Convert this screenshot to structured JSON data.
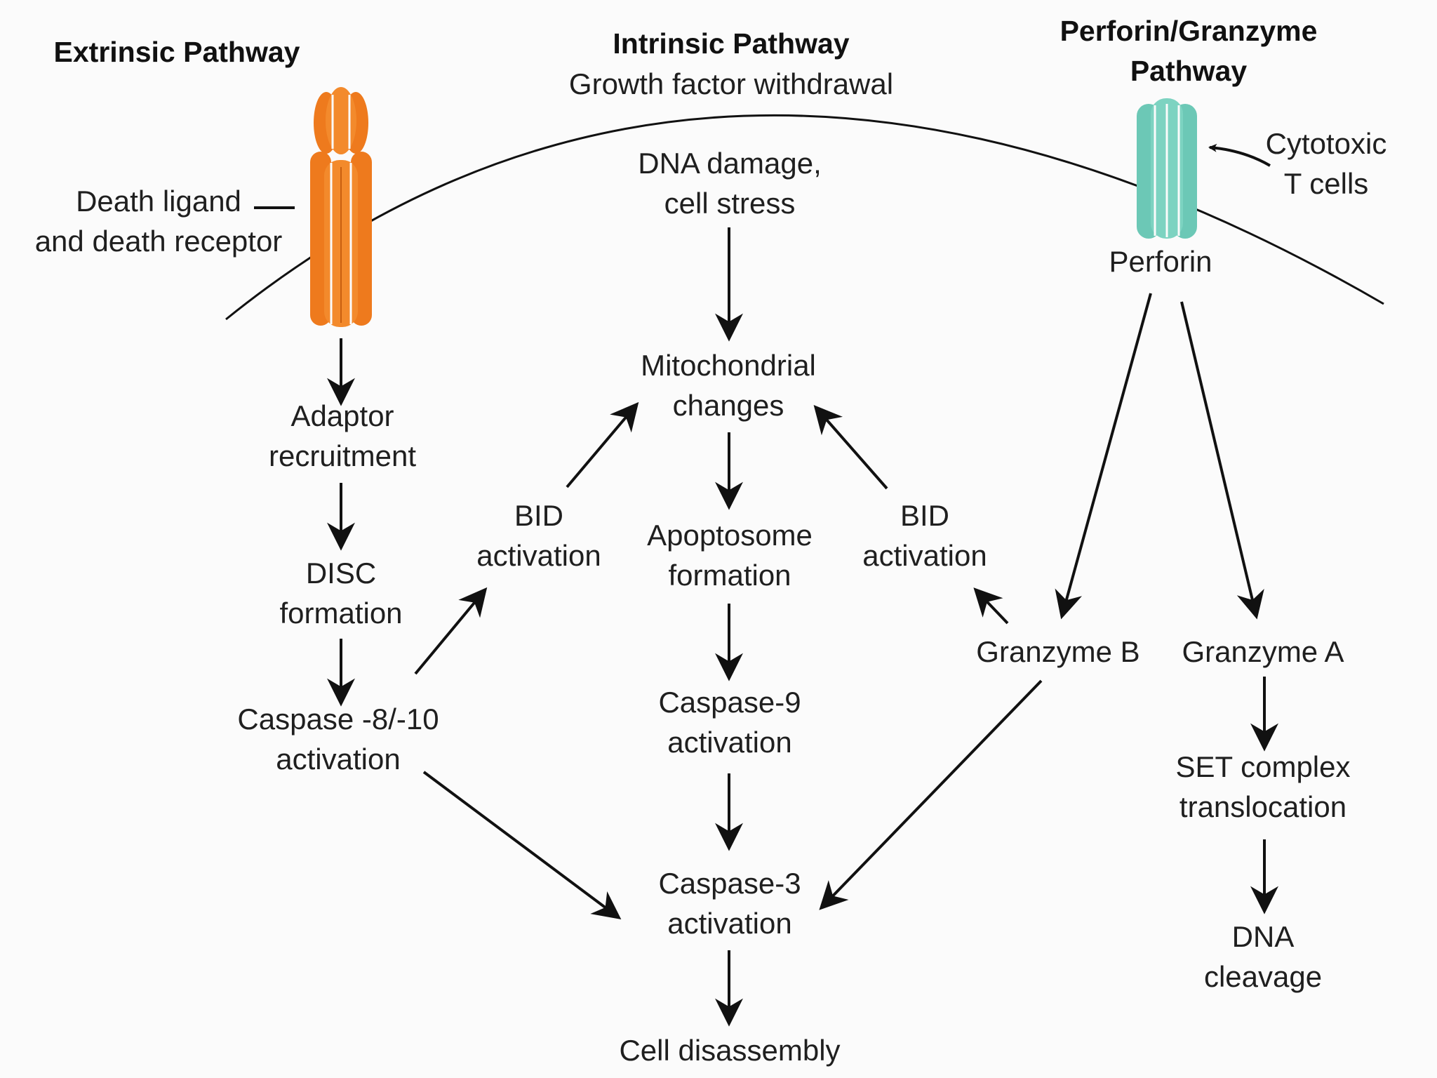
{
  "colors": {
    "death_receptor": "#f07c1f",
    "perforin": "#6fcab8",
    "ink": "#111111",
    "text": "#1f1f1f"
  },
  "headers": {
    "extrinsic": "Extrinsic Pathway",
    "intrinsic": "Intrinsic Pathway",
    "intrinsic_sub": "Growth factor withdrawal",
    "perforin_line1": "Perforin/Granzyme",
    "perforin_line2": "Pathway"
  },
  "extrinsic": {
    "death_ligand_line1": "Death ligand",
    "death_ligand_line2": "and death receptor",
    "adaptor_line1": "Adaptor",
    "adaptor_line2": "recruitment",
    "disc_line1": "DISC",
    "disc_line2": "formation",
    "caspase810_line1": "Caspase -8/-10",
    "caspase810_line2": "activation"
  },
  "intrinsic": {
    "dna_damage_line1": "DNA damage,",
    "dna_damage_line2": "cell stress",
    "mito_line1": "Mitochondrial",
    "mito_line2": "changes",
    "bid_left_line1": "BID",
    "bid_left_line2": "activation",
    "apoptosome_line1": "Apoptosome",
    "apoptosome_line2": "formation",
    "bid_right_line1": "BID",
    "bid_right_line2": "activation",
    "caspase9_line1": "Caspase-9",
    "caspase9_line2": "activation",
    "caspase3_line1": "Caspase-3",
    "caspase3_line2": "activation",
    "cell_disassembly": "Cell disassembly"
  },
  "granzyme": {
    "cytotoxic_line1": "Cytotoxic",
    "cytotoxic_line2": "T cells",
    "perforin": "Perforin",
    "granzyme_b": "Granzyme B",
    "granzyme_a": "Granzyme A",
    "set_line1": "SET complex",
    "set_line2": "translocation",
    "dna_cleavage_line1": "DNA",
    "dna_cleavage_line2": "cleavage"
  }
}
